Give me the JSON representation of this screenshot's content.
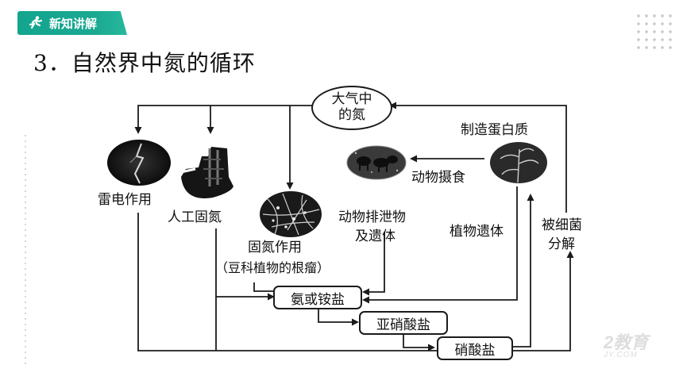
{
  "header": {
    "badge_label": "新知讲解"
  },
  "title": "3．自然界中氮的循环",
  "diagram": {
    "atmosphere": [
      "大气中",
      "的氮"
    ],
    "lightning": "雷电作用",
    "artificial_fixation": "人工固氮",
    "biological_fixation": "固氮作用",
    "legume_note": "（豆科植物的根瘤）",
    "animal_waste": [
      "动物排泄物",
      "及遗体"
    ],
    "animal_feeding": "动物摄食",
    "protein_synthesis": "制造蛋白质",
    "plant_remains": "植物遗体",
    "bacterial_decomposition": [
      "被细菌",
      "分解"
    ],
    "ammonia_box": "氨或铵盐",
    "nitrite_box": "亚硝酸盐",
    "nitrate_box": "硝酸盐"
  },
  "watermark": {
    "main": "2教育",
    "sub": "JY.COM"
  },
  "colors": {
    "badge": "#1aa891",
    "lines": "#1b1b1b"
  }
}
